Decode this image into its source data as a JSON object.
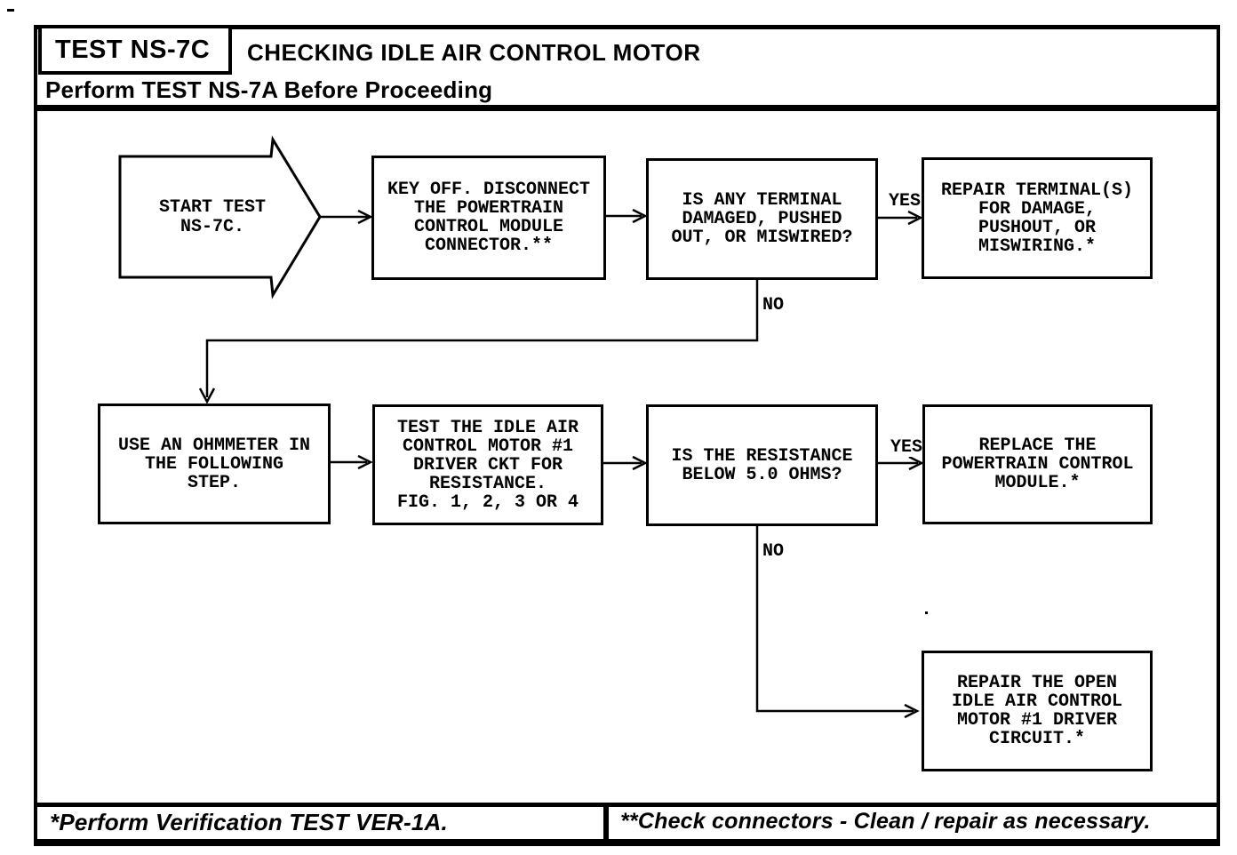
{
  "colors": {
    "ink": "#000000",
    "paper": "#ffffff"
  },
  "header": {
    "test_id": "TEST NS-7C",
    "title": "CHECKING IDLE AIR CONTROL MOTOR",
    "instruction": "Perform TEST NS-7A Before Proceeding"
  },
  "flowchart": {
    "nodes": {
      "start": {
        "shape": "block-arrow",
        "text": "START TEST\nNS-7C."
      },
      "step_disconnect": {
        "shape": "rect",
        "text": "KEY OFF. DISCONNECT\nTHE POWERTRAIN\nCONTROL MODULE\nCONNECTOR.**"
      },
      "decision_terminal": {
        "shape": "rect",
        "text": "IS ANY TERMINAL\nDAMAGED, PUSHED\nOUT, OR MISWIRED?"
      },
      "action_repair_terminal": {
        "shape": "rect",
        "text": "REPAIR TERMINAL(S)\nFOR DAMAGE,\nPUSHOUT, OR\nMISWIRING.*"
      },
      "step_ohmmeter": {
        "shape": "rect",
        "text": "USE AN OHMMETER IN\nTHE FOLLOWING\nSTEP."
      },
      "step_test_driver": {
        "shape": "rect",
        "text": "TEST THE IDLE AIR\nCONTROL MOTOR #1\nDRIVER CKT FOR\nRESISTANCE.\nFIG. 1, 2, 3 OR 4"
      },
      "decision_resistance": {
        "shape": "rect",
        "text": "IS THE RESISTANCE\nBELOW 5.0 OHMS?"
      },
      "action_replace_pcm": {
        "shape": "rect",
        "text": "REPLACE THE\nPOWERTRAIN CONTROL\nMODULE.*"
      },
      "action_repair_circuit": {
        "shape": "rect",
        "text": "REPAIR THE OPEN\nIDLE AIR CONTROL\nMOTOR #1 DRIVER\nCIRCUIT.*"
      }
    },
    "edges": [
      {
        "from": "start",
        "to": "step_disconnect",
        "label": ""
      },
      {
        "from": "step_disconnect",
        "to": "decision_terminal",
        "label": ""
      },
      {
        "from": "decision_terminal",
        "to": "action_repair_terminal",
        "label": "YES"
      },
      {
        "from": "decision_terminal",
        "to": "step_ohmmeter",
        "label": "NO"
      },
      {
        "from": "step_ohmmeter",
        "to": "step_test_driver",
        "label": ""
      },
      {
        "from": "step_test_driver",
        "to": "decision_resistance",
        "label": ""
      },
      {
        "from": "decision_resistance",
        "to": "action_replace_pcm",
        "label": "YES"
      },
      {
        "from": "decision_resistance",
        "to": "action_repair_circuit",
        "label": "NO"
      }
    ]
  },
  "footnotes": {
    "left": "*Perform Verification TEST VER-1A.",
    "right": "**Check connectors - Clean / repair as necessary."
  }
}
